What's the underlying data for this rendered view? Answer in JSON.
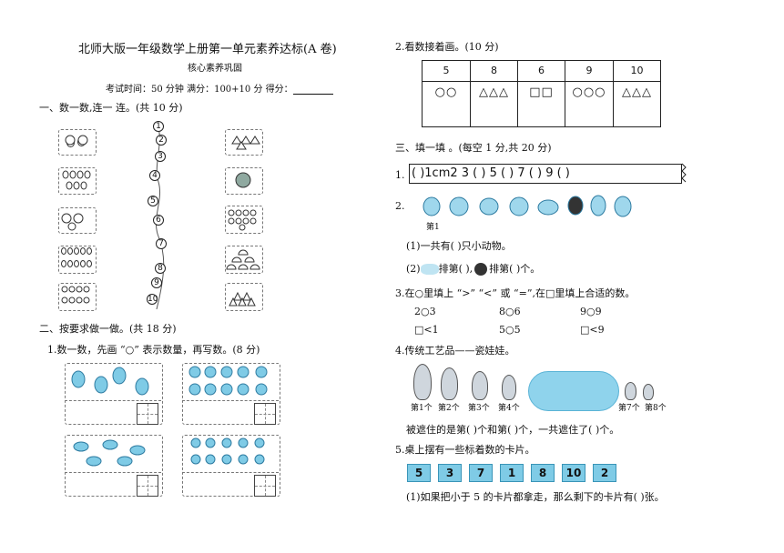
{
  "header": {
    "title": "北师大版一年级数学上册第一单元素养达标(A 卷)",
    "subtitle": "核心素养巩固",
    "exam_info": "考试时间：50 分钟   满分：100+10 分   得分："
  },
  "left": {
    "section1": "一、数一数,连一 连。(共 10 分)",
    "numbers": [
      "1",
      "2",
      "3",
      "4",
      "5",
      "6",
      "7",
      "8",
      "9",
      "10"
    ],
    "section2": "二、按要求做一做。(共 18 分)",
    "q1": "1.数一数，先画 “○” 表示数量，再写数。(8 分)"
  },
  "right": {
    "q2": "2.看数接着画。(10 分)",
    "table_headers": [
      "5",
      "8",
      "6",
      "9",
      "10"
    ],
    "table_shapes": [
      "○○",
      "△△△",
      "□□",
      "○○○",
      "△△△"
    ],
    "section3": "三、填一填 。(每空 1 分,共 20 分)",
    "ruler_label": "1.",
    "ruler_text": "(     )1cm2   3 (     ) 5 (     ) 7 (     ) 9 (     )",
    "animals_label": "2.",
    "first_label": "第1",
    "q2a": "(1)一共有(    )只小动物。",
    "q2b_prefix": "(2)",
    "q2b_mid": "排第(        ),",
    "q2b_end": "排第(     )个。",
    "q3": "3.在○里填上 “>” “<” 或 “=”,在□里填上合适的数。",
    "compare": [
      [
        "2○3",
        "8○6",
        "9○9"
      ],
      [
        "□<1",
        "5○5",
        "□<9"
      ]
    ],
    "q4": "4.传统工艺品——瓷娃娃。",
    "doll_labels": [
      "第1个",
      "第2个",
      "第3个",
      "第4个",
      "第7个",
      "第8个"
    ],
    "q4_blank": "被遮住的是第(      )个和第(      )个，一共遮住了(      )个。",
    "q5": "5.桌上摆有一些标着数的卡片。",
    "cards": [
      "5",
      "3",
      "7",
      "1",
      "8",
      "10",
      "2"
    ],
    "q5_1": "(1)如果把小于 5 的卡片都拿走，那么剩下的卡片有(    )张。"
  },
  "colors": {
    "accent": "#7fcbe6",
    "card_border": "#3a95b8"
  }
}
